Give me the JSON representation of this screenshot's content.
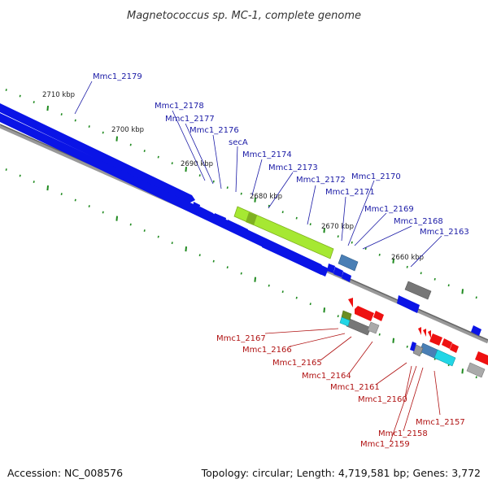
{
  "title": "Magnetococcus sp. MC-1, complete genome",
  "footer": {
    "accession": "Accession: NC_008576",
    "summary": "Topology: circular; Length: 4,719,581 bp; Genes: 3,772"
  },
  "colors": {
    "forward_gene": "#0a14e6",
    "reverse_gene": "#ee1111",
    "highlight_gene": "#a6e832",
    "highlight_gene_dark": "#7fb020",
    "gray_gene": "#777777",
    "steelblue_gene": "#4a7fb5",
    "cyan_gene": "#22d6e6",
    "backbone": "#888888",
    "tick": "#1f8a1f",
    "forward_label": "#1a1aa6",
    "reverse_label": "#b01212"
  },
  "scale": {
    "unit": "kbp",
    "ticks": [
      {
        "value": 2710,
        "label": "2710 kbp"
      },
      {
        "value": 2700,
        "label": "2700 kbp"
      },
      {
        "value": 2690,
        "label": "2690 kbp"
      },
      {
        "value": 2680,
        "label": "2680 kbp"
      },
      {
        "value": 2670,
        "label": "2670 kbp"
      },
      {
        "value": 2660,
        "label": "2660 kbp"
      }
    ]
  },
  "forward_genes": [
    {
      "label": "Mmc1_2179"
    },
    {
      "label": "Mmc1_2178"
    },
    {
      "label": "Mmc1_2177"
    },
    {
      "label": "Mmc1_2176"
    },
    {
      "label": "secA"
    },
    {
      "label": "Mmc1_2174"
    },
    {
      "label": "Mmc1_2173"
    },
    {
      "label": "Mmc1_2172"
    },
    {
      "label": "Mmc1_2171"
    },
    {
      "label": "Mmc1_2170"
    },
    {
      "label": "Mmc1_2169"
    },
    {
      "label": "Mmc1_2168"
    },
    {
      "label": "Mmc1_2163"
    }
  ],
  "reverse_genes": [
    {
      "label": "Mmc1_2167"
    },
    {
      "label": "Mmc1_2166"
    },
    {
      "label": "Mmc1_2165"
    },
    {
      "label": "Mmc1_2164"
    },
    {
      "label": "Mmc1_2161"
    },
    {
      "label": "Mmc1_2160"
    },
    {
      "label": "Mmc1_2157"
    },
    {
      "label": "Mmc1_2158"
    },
    {
      "label": "Mmc1_2159"
    }
  ]
}
